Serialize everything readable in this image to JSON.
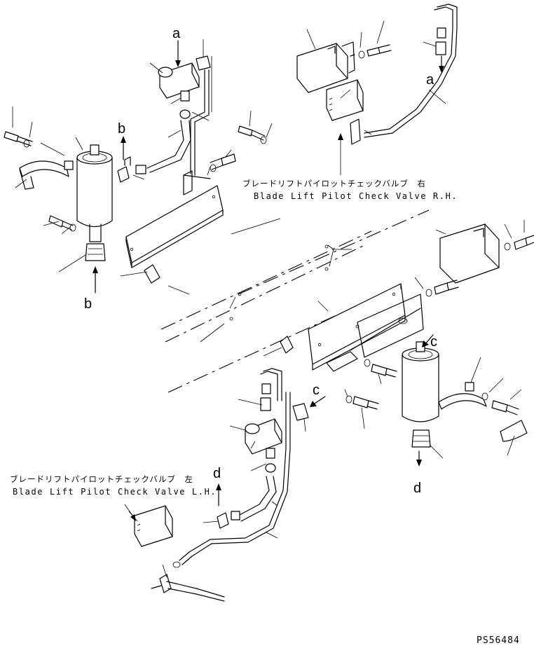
{
  "labels": {
    "rh_jp": "ブレードリフトパイロットチェックバルブ　右",
    "rh_en": "Blade Lift Pilot Check Valve R.H.",
    "lh_jp": "ブレードリフトパイロットチェックバルブ　左",
    "lh_en": "Blade Lift Pilot Check Valve L.H."
  },
  "refs": {
    "a_top": "a",
    "a_right": "a",
    "b_mid": "b",
    "b_low": "b",
    "c_right": "c",
    "c_mid": "c",
    "d_left": "d",
    "d_right": "d"
  },
  "drawing_code": "PS56484"
}
